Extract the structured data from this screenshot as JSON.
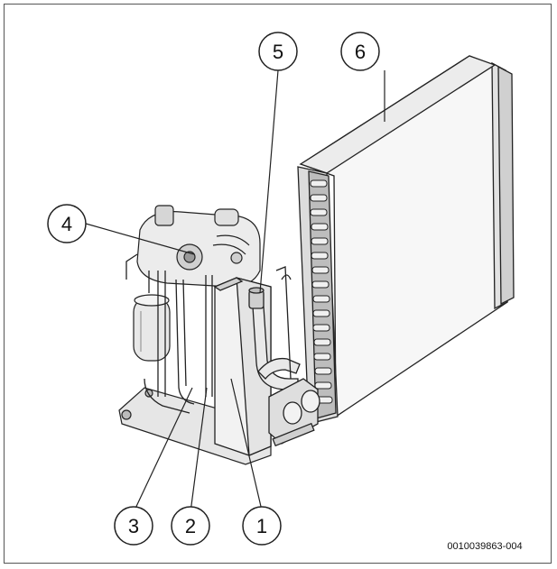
{
  "figure": {
    "callouts": [
      {
        "id": "1",
        "label": "1"
      },
      {
        "id": "2",
        "label": "2"
      },
      {
        "id": "3",
        "label": "3"
      },
      {
        "id": "4",
        "label": "4"
      },
      {
        "id": "5",
        "label": "5"
      },
      {
        "id": "6",
        "label": "6"
      }
    ],
    "drawing_code": "0010039863-004"
  },
  "colors": {
    "line": "#222222",
    "fill_light": "#f2f2f2",
    "fill_mid": "#d9d9d9",
    "fill_dark": "#a8a8a8"
  }
}
